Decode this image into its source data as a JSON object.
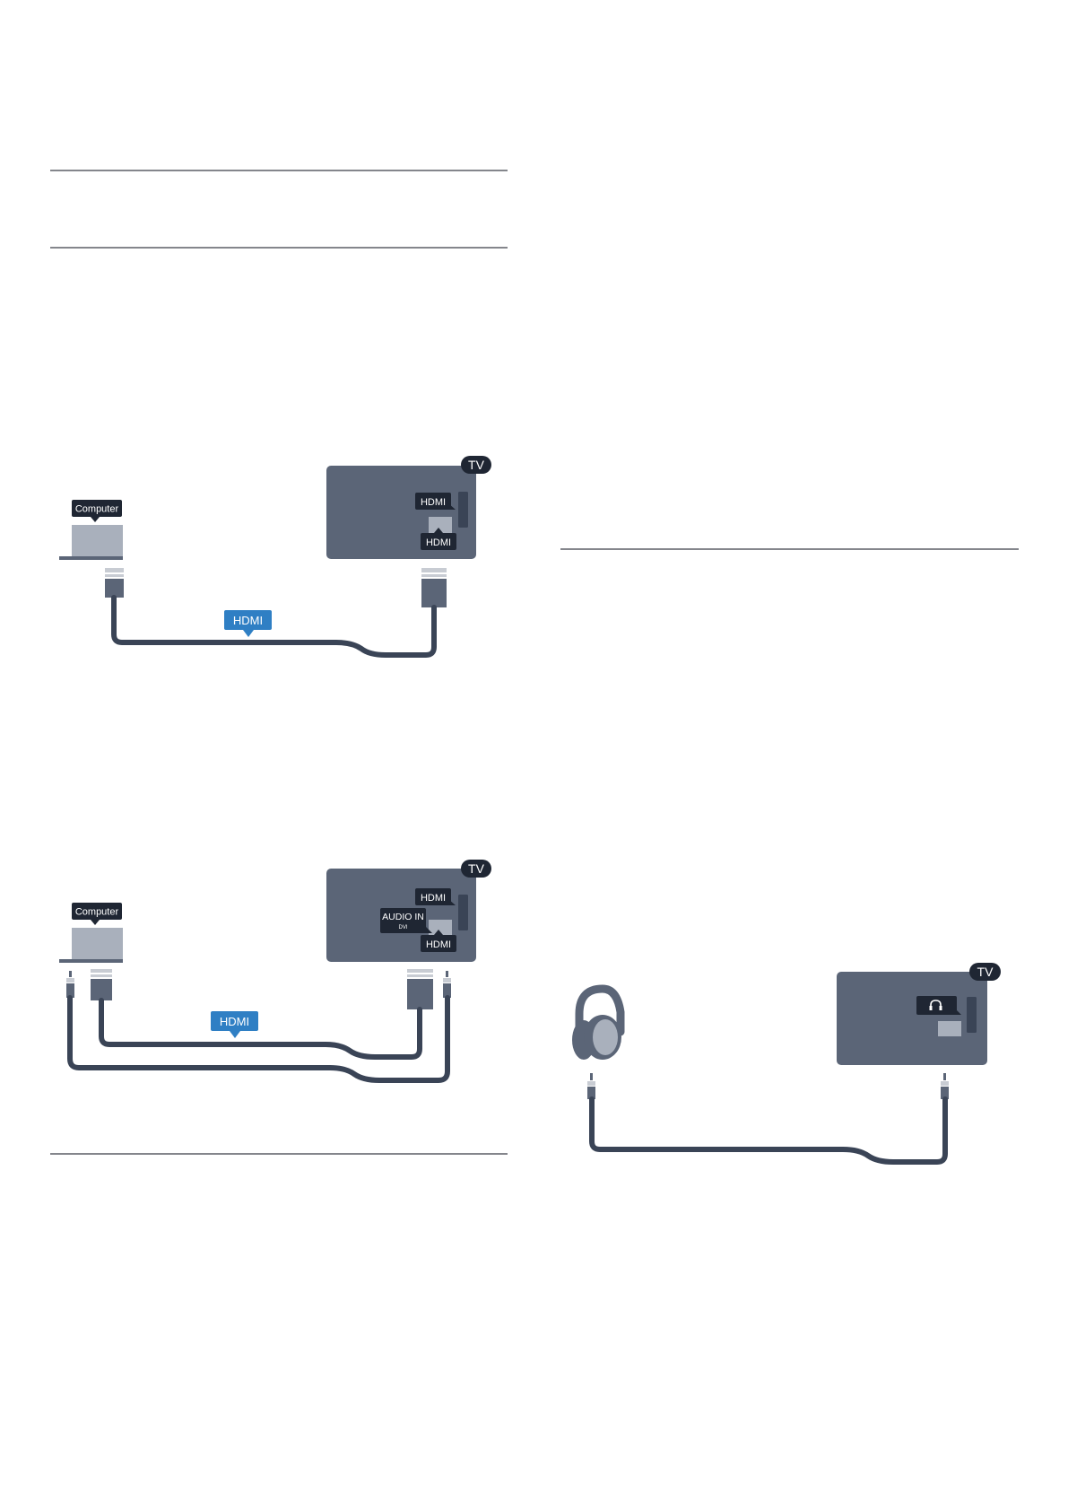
{
  "diagrams": {
    "computer_hdmi": {
      "device_label": "Computer",
      "tv_badge": "TV",
      "port_hdmi_upper": "HDMI",
      "port_hdmi_lower": "HDMI",
      "cable_label": "HDMI"
    },
    "computer_dvi": {
      "device_label": "Computer",
      "tv_badge": "TV",
      "port_hdmi_upper": "HDMI",
      "port_audio_in": "AUDIO IN",
      "port_audio_in_sub": "DVI",
      "port_hdmi_lower": "HDMI",
      "cable_label": "HDMI"
    },
    "headphones": {
      "tv_badge": "TV",
      "port_icon": "headphone-icon"
    }
  },
  "colors": {
    "tv_body": "#5b6577",
    "cable": "#3a4456",
    "device_gray": "#a9b0bc",
    "label_dark": "#1f2633",
    "hdmi_blue": "#2f7fc4",
    "rule": "#3a3f47"
  }
}
